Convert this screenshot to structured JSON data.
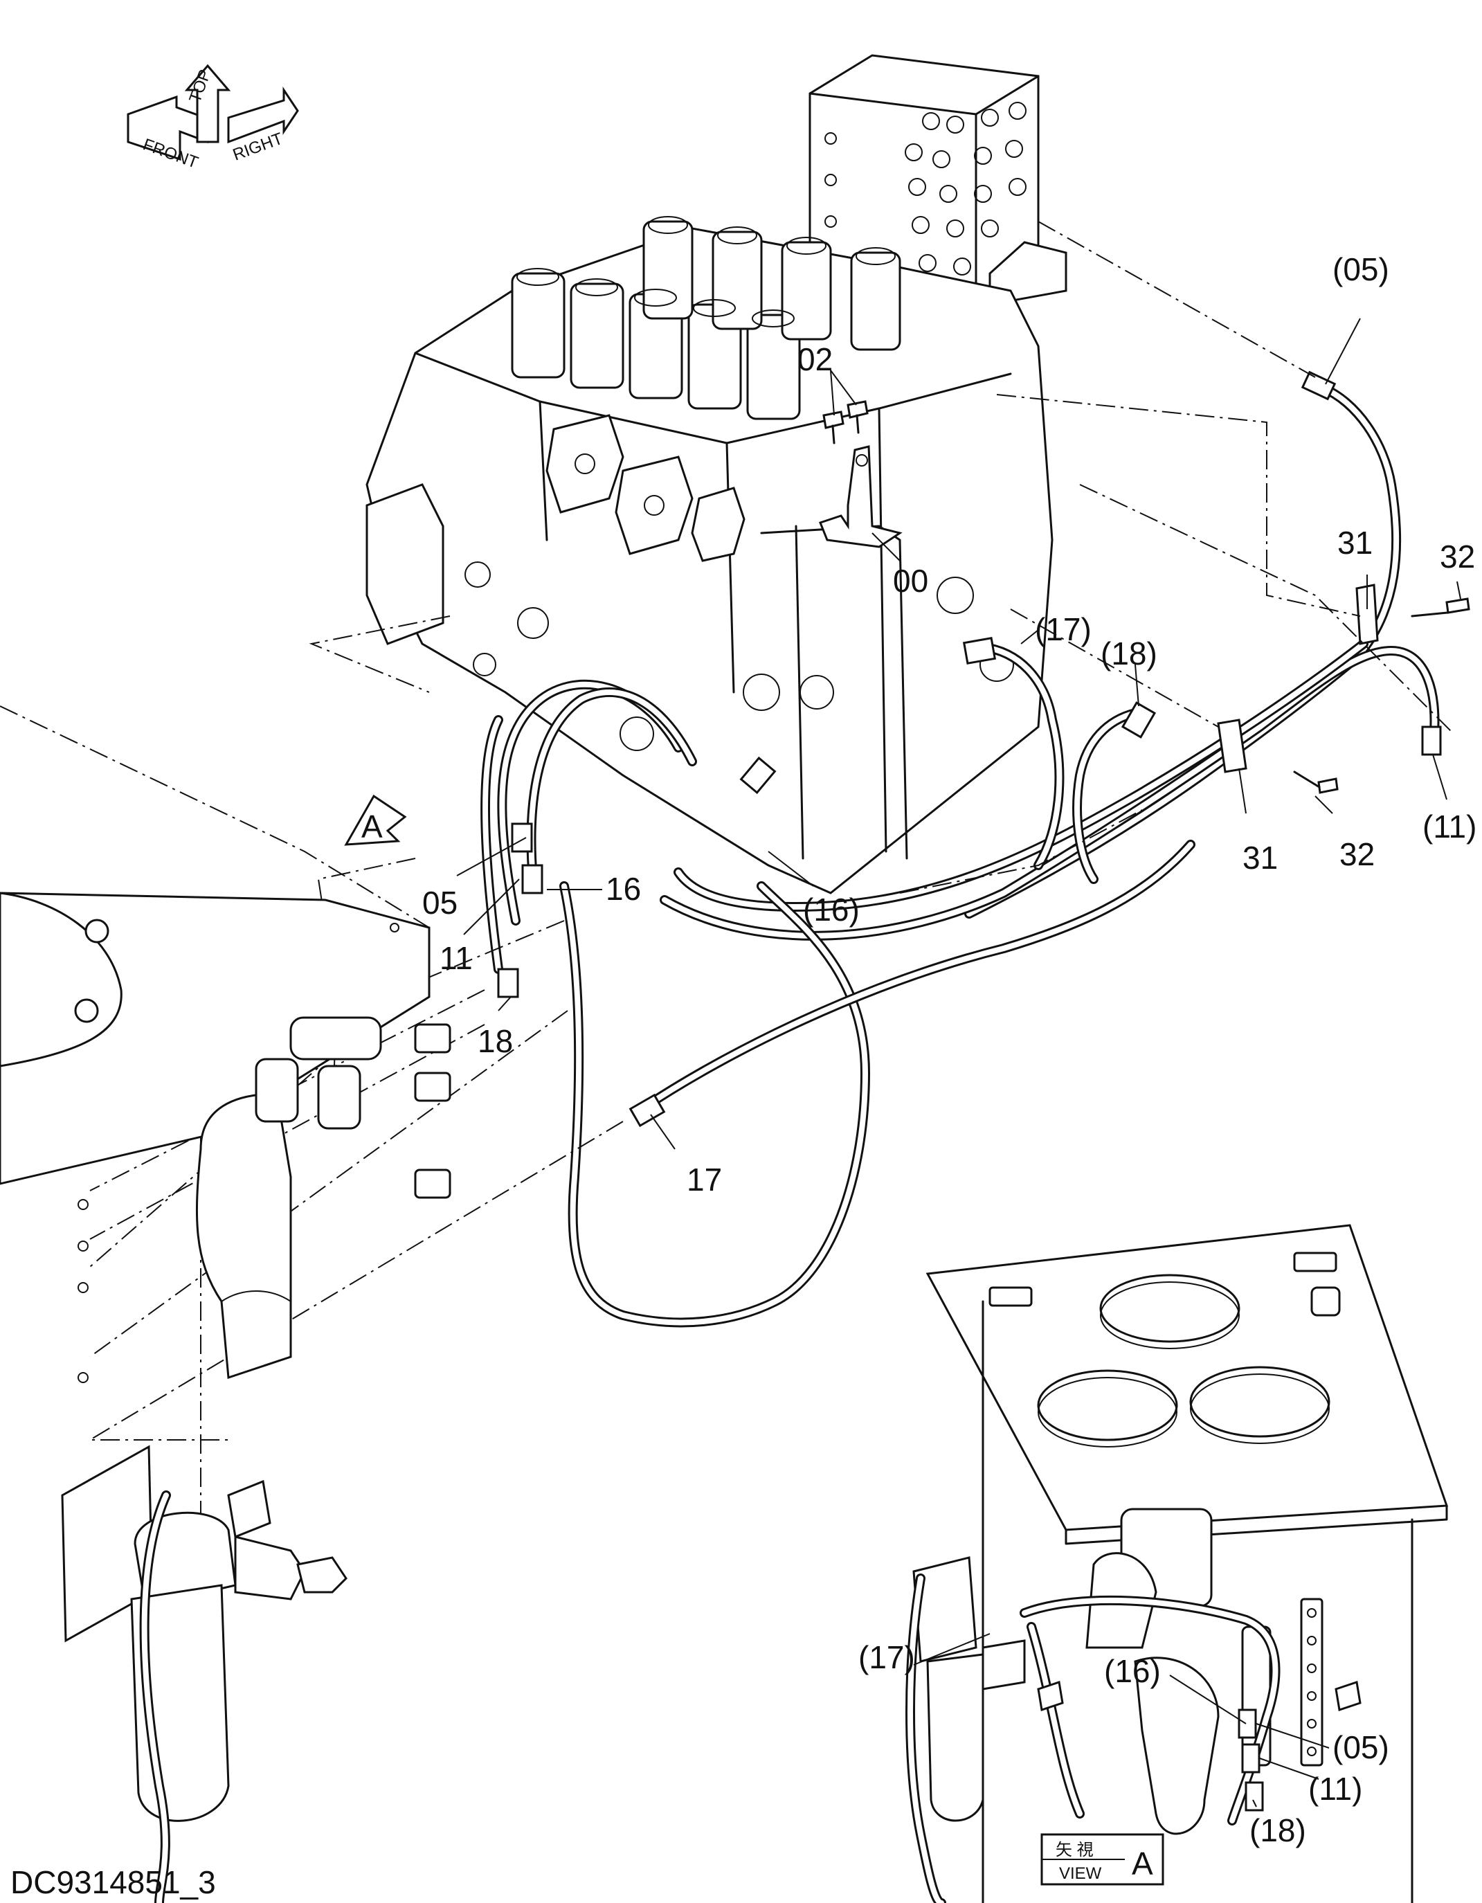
{
  "drawing_id": "DC9314851_3",
  "orientation_marker": {
    "front": "FRONT",
    "top": "TOP",
    "right": "RIGHT"
  },
  "view_ref": {
    "label": "A",
    "box_top": "矢 視",
    "box_bottom": "VIEW",
    "box_letter": "A"
  },
  "callouts": {
    "p05_top": "(05)",
    "p02": "02",
    "p00": "00",
    "p31_top": "31",
    "p32_top": "32",
    "p17_top": "(17)",
    "p18_top": "(18)",
    "p11_right": "(11)",
    "p31_bottom": "31",
    "p32_bottom": "32",
    "p16_mid": "(16)",
    "p05_left": "05",
    "p16_left": "16",
    "p11_left": "11",
    "p18_left": "18",
    "p17_mid": "17",
    "p17_view": "(17)",
    "p16_view": "(16)",
    "p05_view": "(05)",
    "p11_view": "(11)",
    "p18_view": "(18)"
  }
}
